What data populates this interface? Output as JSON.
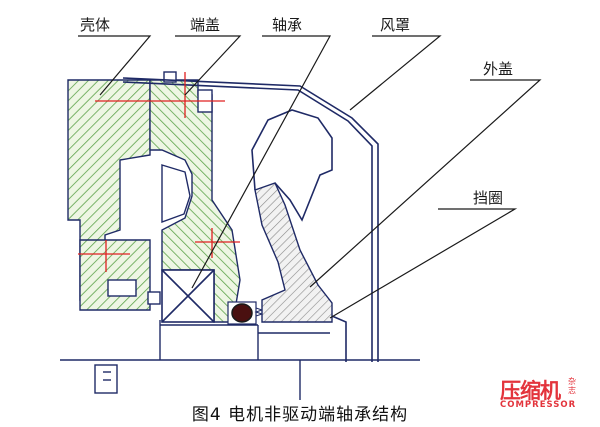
{
  "labels": {
    "housing": "壳体",
    "end_cover": "端盖",
    "bearing": "轴承",
    "fan_cover": "风罩",
    "outer_cover": "外盖",
    "retaining_ring": "挡圈"
  },
  "caption": "图4 电机非驱动端轴承结构",
  "logo": {
    "main": "压缩机",
    "side": "杂志",
    "sub": "COMPRESSOR"
  },
  "colors": {
    "line": "#1f2a66",
    "green_hatch": "#5da34a",
    "gray_hatch": "#8a8a8a",
    "red_center": "#e02020",
    "brand": "#e3343c"
  }
}
